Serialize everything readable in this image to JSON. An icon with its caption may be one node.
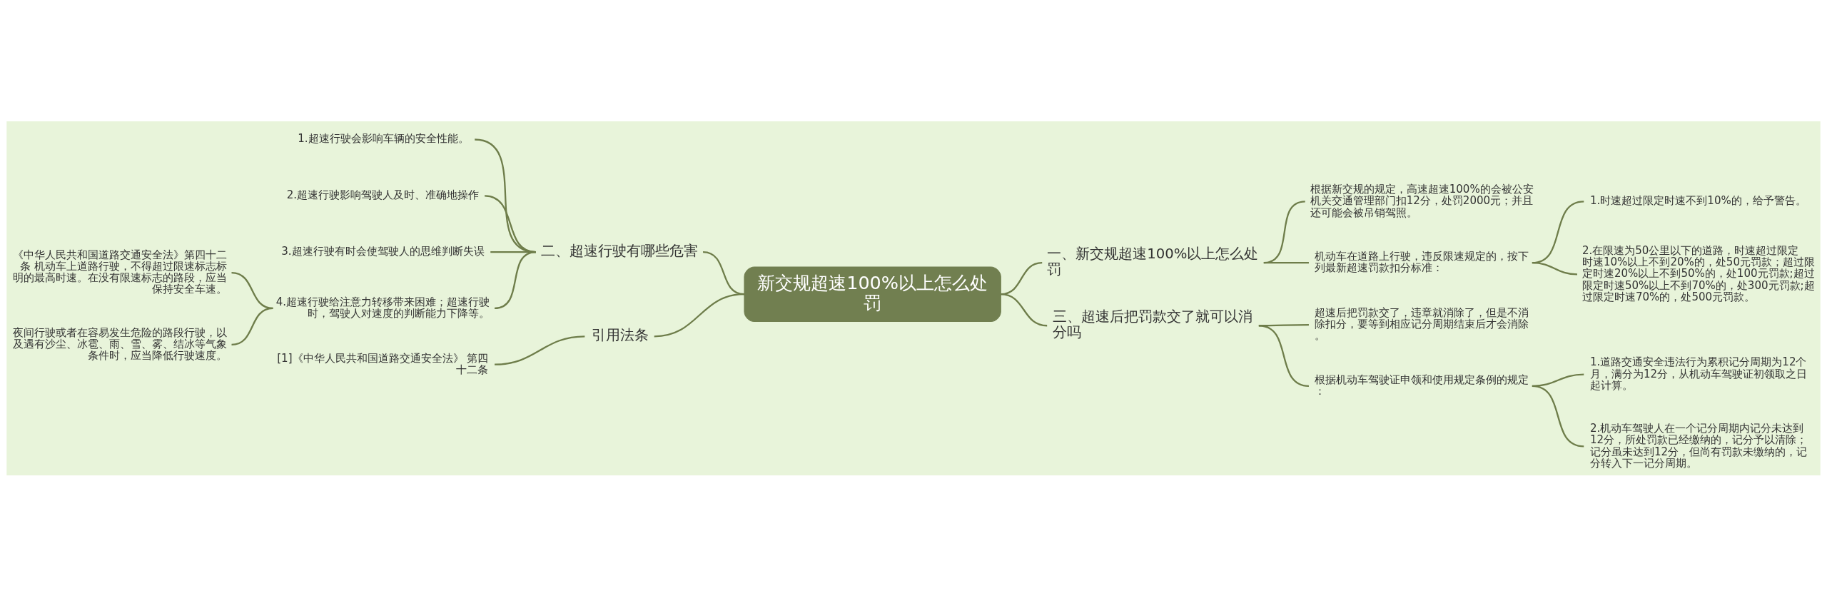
{
  "diagram": {
    "nodes": [
      {
        "text": [
          "新交规超速100%以上怎么处罚"
        ]
      },
      {
        "text": [
          "一、新交规超速100%以上怎么处罚"
        ]
      },
      {
        "text": [
          "根据新交规的规定，高速超速100%的会被公安机关交通管理部门扣12分，处罚2000元；并且还可能会被吊销驾照。"
        ]
      },
      {
        "text": [
          "机动车在道路上行驶，违反限速规定的，按下列最新超速罚款扣分标准："
        ]
      },
      {
        "text": [
          "1.时速超过限定时速不到10%的，给予警告。"
        ]
      },
      {
        "text": [
          "2.在限速为50公里以下的道路，时速超过限定时速10%以上不到20%的，处50元罚款；超过限定时速20%以上不到50%的，处100元罚款;超过限定时速50%以上不到70%的，处300元罚款;超过限定时速70%的，处500元罚款。"
        ]
      },
      {
        "text": [
          "三、超速后把罚款交了就可以消分吗"
        ]
      },
      {
        "text": [
          "超速后把罚款交了，违章就消除了，但是不消除扣分，要等到相应记分周期结束后才会消除。"
        ]
      },
      {
        "text": [
          "根据机动车驾驶证申领和使用规定条例的规定："
        ]
      },
      {
        "text": [
          "1.道路交通安全违法行为累积记分周期为12个月，满分为12分，从机动车驾驶证初领取之日起计算。"
        ]
      },
      {
        "text": [
          "2.机动车驾驶人在一个记分周期内记分未达到12分，所处罚款已经缴纳的，记分予以清除；记分虽未达到12分，但尚有罚款未缴纳的，记分转入下一记分周期。"
        ]
      },
      {
        "text": [
          "二、超速行驶有哪些危害"
        ]
      },
      {
        "text": [
          "1.超速行驶会影响车辆的安全性能。"
        ]
      },
      {
        "text": [
          "2.超速行驶影响驾驶人及时、准确地操作"
        ]
      },
      {
        "text": [
          "3.超速行驶有时会使驾驶人的思维判断失误"
        ]
      },
      {
        "text": [
          "4.超速行驶给注意力转移带来困难；超速行驶时，驾驶人对速度的判断能力下降等。"
        ]
      },
      {
        "text": [
          "《中华人民共和国道路交通安全法》第四十二条 机动车上道路行驶，不得超过限速标志标明的最高时速。在没有限速标志的路段，应当保持安全车速。"
        ]
      },
      {
        "text": [
          "夜间行驶或者在容易发生危险的路段行驶，以及遇有沙尘、冰雹、雨、雪、雾、结冰等气象条件时，应当降低行驶速度。"
        ]
      },
      {
        "text": [
          "引用法条"
        ]
      },
      {
        "text": [
          "[1]《中华人民共和国道路交通安全法》 第四十二条"
        ]
      }
    ],
    "edges": [
      {
        "from": 0,
        "to": 1,
        "arrow": "none"
      },
      {
        "from": 1,
        "to": 2,
        "arrow": "none"
      },
      {
        "from": 1,
        "to": 3,
        "arrow": "none"
      },
      {
        "from": 3,
        "to": 4,
        "arrow": "none"
      },
      {
        "from": 3,
        "to": 5,
        "arrow": "none"
      },
      {
        "from": 0,
        "to": 6,
        "arrow": "none"
      },
      {
        "from": 6,
        "to": 7,
        "arrow": "none"
      },
      {
        "from": 6,
        "to": 8,
        "arrow": "none"
      },
      {
        "from": 8,
        "to": 9,
        "arrow": "none"
      },
      {
        "from": 8,
        "to": 10,
        "arrow": "none"
      },
      {
        "from": 0,
        "to": 11,
        "arrow": "none"
      },
      {
        "from": 11,
        "to": 12,
        "arrow": "none"
      },
      {
        "from": 11,
        "to": 13,
        "arrow": "none"
      },
      {
        "from": 11,
        "to": 14,
        "arrow": "none"
      },
      {
        "from": 11,
        "to": 15,
        "arrow": "none"
      },
      {
        "from": 15,
        "to": 16,
        "arrow": "none"
      },
      {
        "from": 15,
        "to": 17,
        "arrow": "none"
      },
      {
        "from": 0,
        "to": 18,
        "arrow": "none"
      },
      {
        "from": 18,
        "to": 19,
        "arrow": "none"
      }
    ]
  }
}
